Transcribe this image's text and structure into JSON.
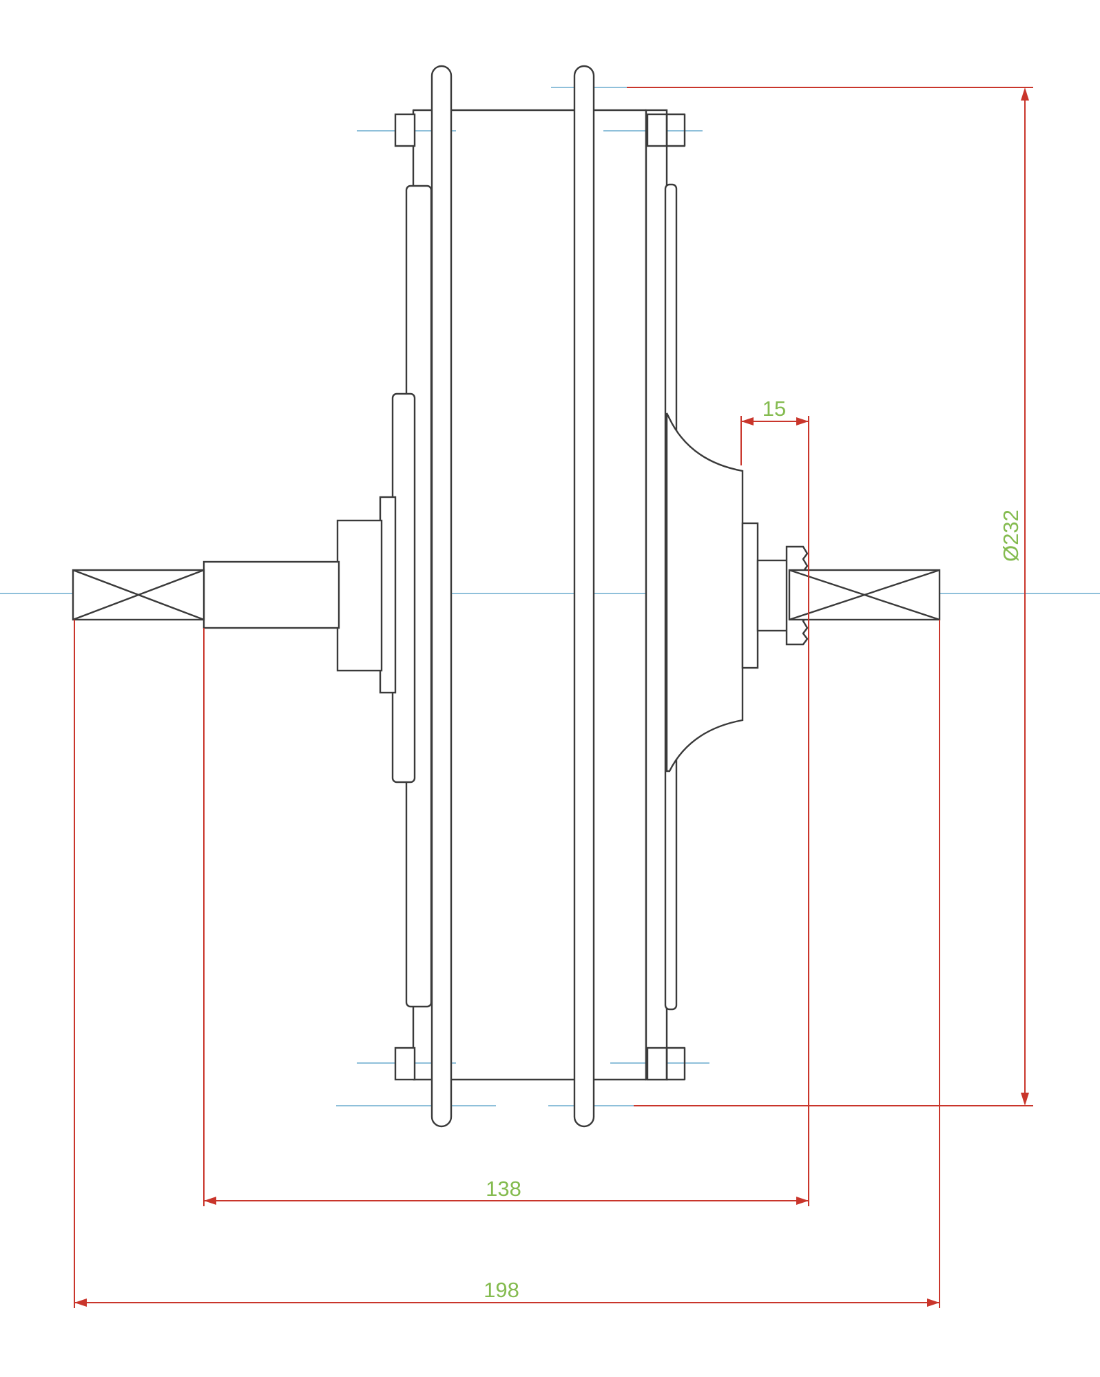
{
  "dimensions": {
    "diameter": "Ø232",
    "hub_flange_offset": "15",
    "flange_to_axle_length": "138",
    "overall_axle_length": "198"
  },
  "colors": {
    "outline": "#3a3a3a",
    "centerline": "#8fc0da",
    "dimension_line": "#c9352b",
    "dimension_text": "#84bb4f"
  }
}
